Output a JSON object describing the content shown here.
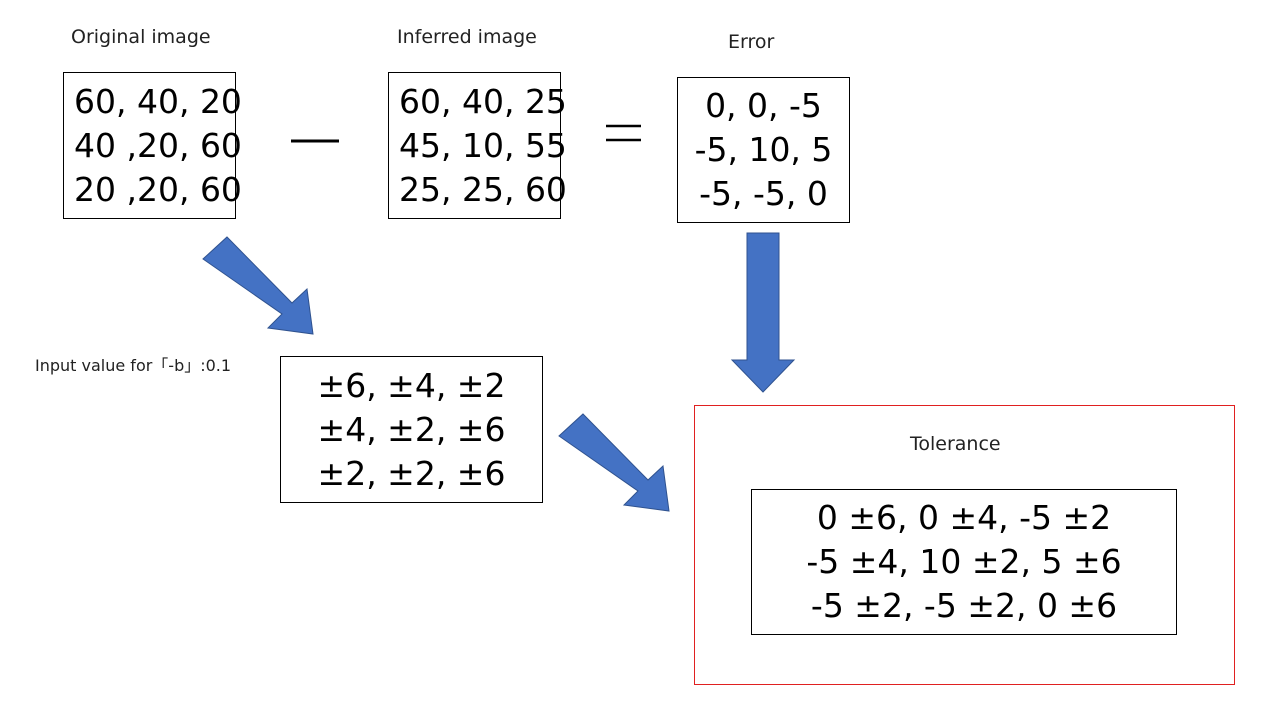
{
  "original": {
    "title": "Original image",
    "rows": [
      "60, 40, 20",
      "40 ,20, 60",
      "20 ,20, 60"
    ]
  },
  "inferred": {
    "title": "Inferred image",
    "rows": [
      "60, 40, 25",
      "45, 10, 55",
      "25, 25, 60"
    ]
  },
  "error": {
    "title": "Error",
    "rows": [
      "0, 0, -5",
      "-5, 10, 5",
      "-5, -5, 0"
    ]
  },
  "input_value": {
    "label": "Input value for「-b」:0.1",
    "rows": [
      "±6,  ±4,  ±2",
      "±4,  ±2,  ±6",
      "±2,  ±2,  ±6"
    ]
  },
  "tolerance": {
    "title": "Tolerance",
    "rows": [
      "0 ±6, 0 ±4, -5 ±2",
      "-5 ±4, 10 ±2, 5 ±6",
      "-5 ±2, -5 ±2, 0 ±6"
    ]
  },
  "colors": {
    "arrow": "#4472c4",
    "frame": "#e02020",
    "border": "#000000"
  }
}
